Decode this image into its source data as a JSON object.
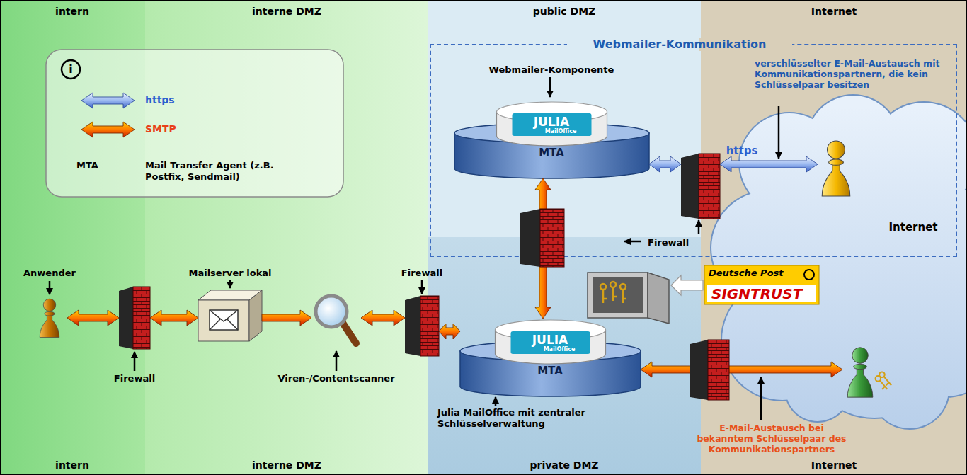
{
  "diagram": {
    "nodes": [
      {
        "text": [
          "intern",
          "intern"
        ]
      },
      {
        "text": [
          "interne DMZ",
          "interne DMZ"
        ]
      },
      {
        "text": [
          "public DMZ"
        ]
      },
      {
        "text": [
          "private DMZ"
        ]
      },
      {
        "text": [
          "Internet",
          "Internet"
        ]
      },
      {
        "text": [
          "Webmailer-Kommunikation"
        ]
      },
      {
        "text": [
          "Webmailer-Komponente",
          "JULIA",
          "MailOffice",
          "MTA"
        ],
        "in": 5
      },
      {
        "text": [
          "Internet"
        ],
        "in": 4
      },
      {
        "text": [
          "verschlüsselter E-Mail-Austausch mit Kommunikationspartnern, die kein Schlüsselpaar besitzen"
        ],
        "in": 7
      },
      {
        "text": [
          "Firewall"
        ],
        "in": 5
      },
      {
        "text": [
          "Anwender"
        ],
        "in": 0
      },
      {
        "text": [
          "Firewall"
        ]
      },
      {
        "text": [
          "Mailserver lokal"
        ],
        "in": 1
      },
      {
        "text": [
          "Viren-/Contentscanner"
        ],
        "in": 1
      },
      {
        "text": [
          "Firewall"
        ]
      },
      {
        "text": [
          "JULIA",
          "MailOffice",
          "MTA",
          "Julia MailOffice mit zentraler Schlüsselverwaltung"
        ],
        "in": 3
      },
      {
        "text": [
          "Deutsche Post",
          "SIGNTRUST"
        ],
        "in": 4
      },
      {
        "text": [
          "E-Mail-Austausch bei bekanntem Schlüsselpaar des Kommunikationspartners"
        ],
        "in": 7
      }
    ],
    "edges": [
      {
        "from": 10,
        "to": 11,
        "arrow": "both"
      },
      {
        "from": 11,
        "to": 12,
        "arrow": "both"
      },
      {
        "from": 12,
        "to": 13,
        "arrow": "to"
      },
      {
        "from": 13,
        "to": 14,
        "arrow": "both"
      },
      {
        "from": 14,
        "to": 15,
        "arrow": "both"
      },
      {
        "from": 15,
        "to": 6,
        "arrow": "both"
      },
      {
        "from": 6,
        "to": 9,
        "arrow": "both"
      },
      {
        "from": 9,
        "to": 8,
        "label": "https",
        "arrow": "both"
      },
      {
        "from": 15,
        "to": 17,
        "arrow": "both"
      }
    ],
    "labels": [
      "i",
      "MTA",
      "Mail Transfer Agent (z.B. Postfix, Sendmail)"
    ],
    "legend": [
      {
        "text": "https"
      },
      {
        "text": "SMTP"
      }
    ]
  }
}
